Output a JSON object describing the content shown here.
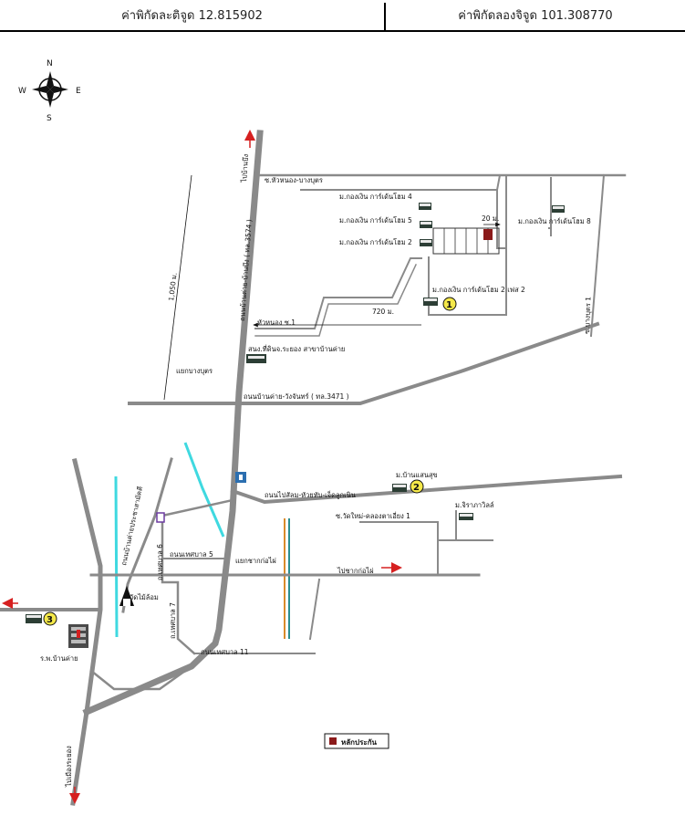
{
  "coordinates": {
    "latitude_label": "ค่าพิกัดละติจูด 12.815902",
    "longitude_label": "ค่าพิกัดลองจิจูด 101.308770"
  },
  "compass": {
    "north": "N",
    "south": "S",
    "east": "E",
    "west": "W"
  },
  "roads": {
    "to_ban_bueng": "ไปบ้านบึง",
    "highway_3574": "ถนนบ้านค่าย-บ้านบึง ( ทล.3574 )",
    "highway_3471": "ถนนบ้านค่าย-วังจันทร์ ( ทล.3471 )",
    "nong_lalok_bypass": "ถนนไปสัลม-หัวยทับ-เจ็ดลูกเนิน",
    "soi_hua_nong_bang_but": "ซ.หัวหนอง-บางบุตร",
    "hua_nong_soi_1": "หัวหนอง ซ.1",
    "bang_but_1": "ซ.บางบุตร 1",
    "wat_mai_klong": "ซ.วัดใหม่-คลองตาเอี่ยง 1",
    "to_chak_ko_phai": "ไปชากก่อไผ่",
    "chak_ko_phai_junction": "แยกชากก่อไผ่",
    "bang_but_junction": "แยกบางบุตร",
    "municipal_5": "ถนนเทศบาล 5",
    "municipal_11": "ถนนเทศบาล 11",
    "municipal_6": "ถ.เทศบาล 6",
    "municipal_7": "ถ.เทศบาล 7",
    "to_rayong": "ไปเมืองระยอง",
    "ban_khai_road_left": "ถนนบ้านค่ายประชาสามัคคี"
  },
  "distances": {
    "d1050": "1,050 ม.",
    "d720": "720 ม.",
    "d20": "20 ม."
  },
  "places": {
    "garden_home_4": "ม.กองเงิน การ์เด้นโฮม 4",
    "garden_home_5": "ม.กองเงิน การ์เด้นโฮม 5",
    "garden_home_2": "ม.กองเงิน การ์เด้นโฮม 2",
    "garden_home_8": "ม.กองเงิน การ์เด้นโฮม 8",
    "garden_home_2_phase_2": "ม.กองเงิน การ์เด้นโฮม 2 เฟส 2",
    "land_office": "สนง.ที่ดินจ.ระยอง สาขาบ้านค่าย",
    "ban_saensuk": "ม.บ้านแสนสุข",
    "chirapa_villa": "ม.จิราภาวิลล์",
    "wat_nong_lalok": "วัดไม้ล้อม",
    "hospital": "ร.พ.บ้านค่าย"
  },
  "markers": {
    "m1": "1",
    "m2": "2",
    "m3": "3"
  },
  "legend": {
    "collateral_label": "หลักประกัน"
  },
  "colors": {
    "road": "#8a8a8a",
    "canal": "#3fd9e0",
    "collateral": "#8b1a1a",
    "marker_fill": "#f5e94a",
    "arrow_red": "#d62020",
    "rail_orange": "#d98a2a",
    "rail_teal": "#2b8e8e"
  }
}
